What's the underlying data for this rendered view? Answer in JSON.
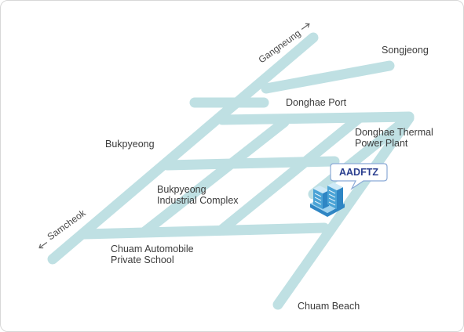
{
  "map": {
    "places": {
      "songjeong": "Songjeong",
      "donghae_port": "Donghae Port",
      "bukpyeong": "Bukpyeong",
      "thermal_line1": "Donghae Thermal",
      "thermal_line2": "Power Plant",
      "industrial_line1": "Bukpyeong",
      "industrial_line2": "Industrial Complex",
      "school_line1": "Chuam Automobile",
      "school_line2": "Private School",
      "chuam_beach": "Chuam Beach"
    },
    "directions": {
      "gangneung": "Gangneung",
      "samcheok": "Samcheok"
    },
    "callout": {
      "label": "AADFTZ"
    },
    "icons": {
      "arrow": "arrow-icon",
      "building": "building-icon"
    },
    "colors": {
      "road": "#bfe0e3",
      "callout_text": "#2a3e8f",
      "callout_border": "#8aa9d6",
      "building": "#4aa3d6"
    }
  }
}
